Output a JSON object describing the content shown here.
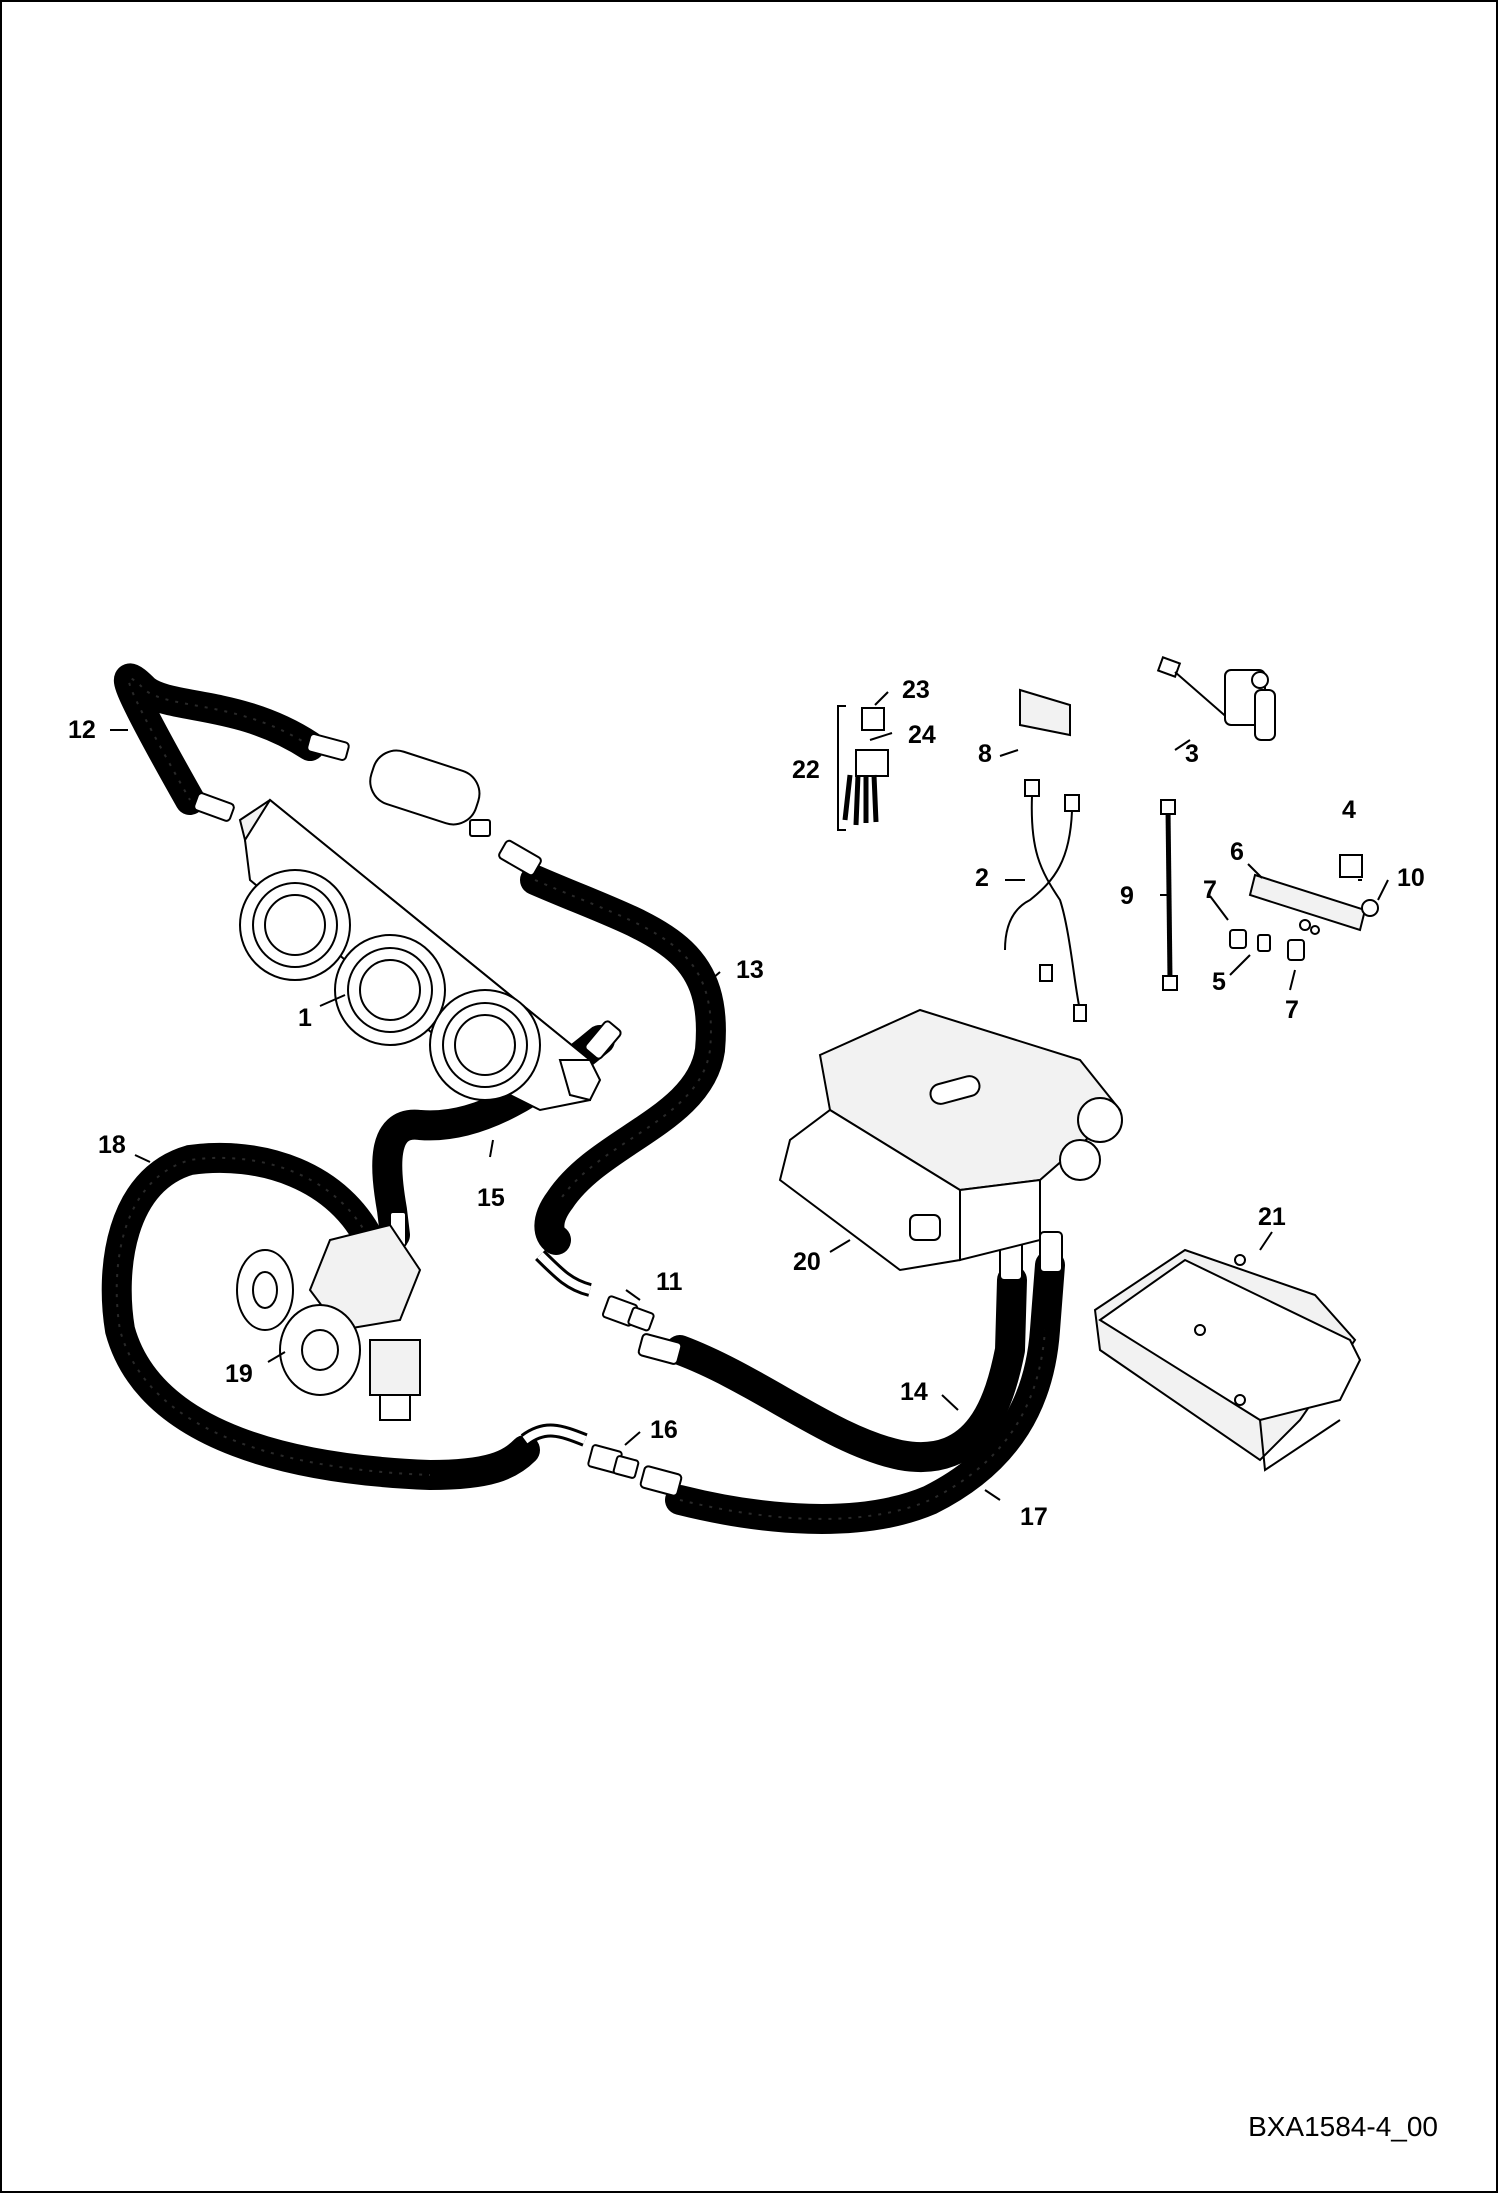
{
  "callouts": {
    "c1": "1",
    "c2": "2",
    "c3": "3",
    "c4": "4",
    "c5": "5",
    "c6": "6",
    "c7a": "7",
    "c7b": "7",
    "c8": "8",
    "c9": "9",
    "c10": "10",
    "c11": "11",
    "c12": "12",
    "c13": "13",
    "c14": "14",
    "c15": "15",
    "c16": "16",
    "c17": "17",
    "c18": "18",
    "c19": "19",
    "c20": "20",
    "c21": "21",
    "c22": "22",
    "c23": "23",
    "c24": "24"
  },
  "drawing_id": "BXA1584-4_00",
  "colors": {
    "ink": "#000000",
    "paper": "#ffffff",
    "part_fill": "#f2f2f2"
  }
}
